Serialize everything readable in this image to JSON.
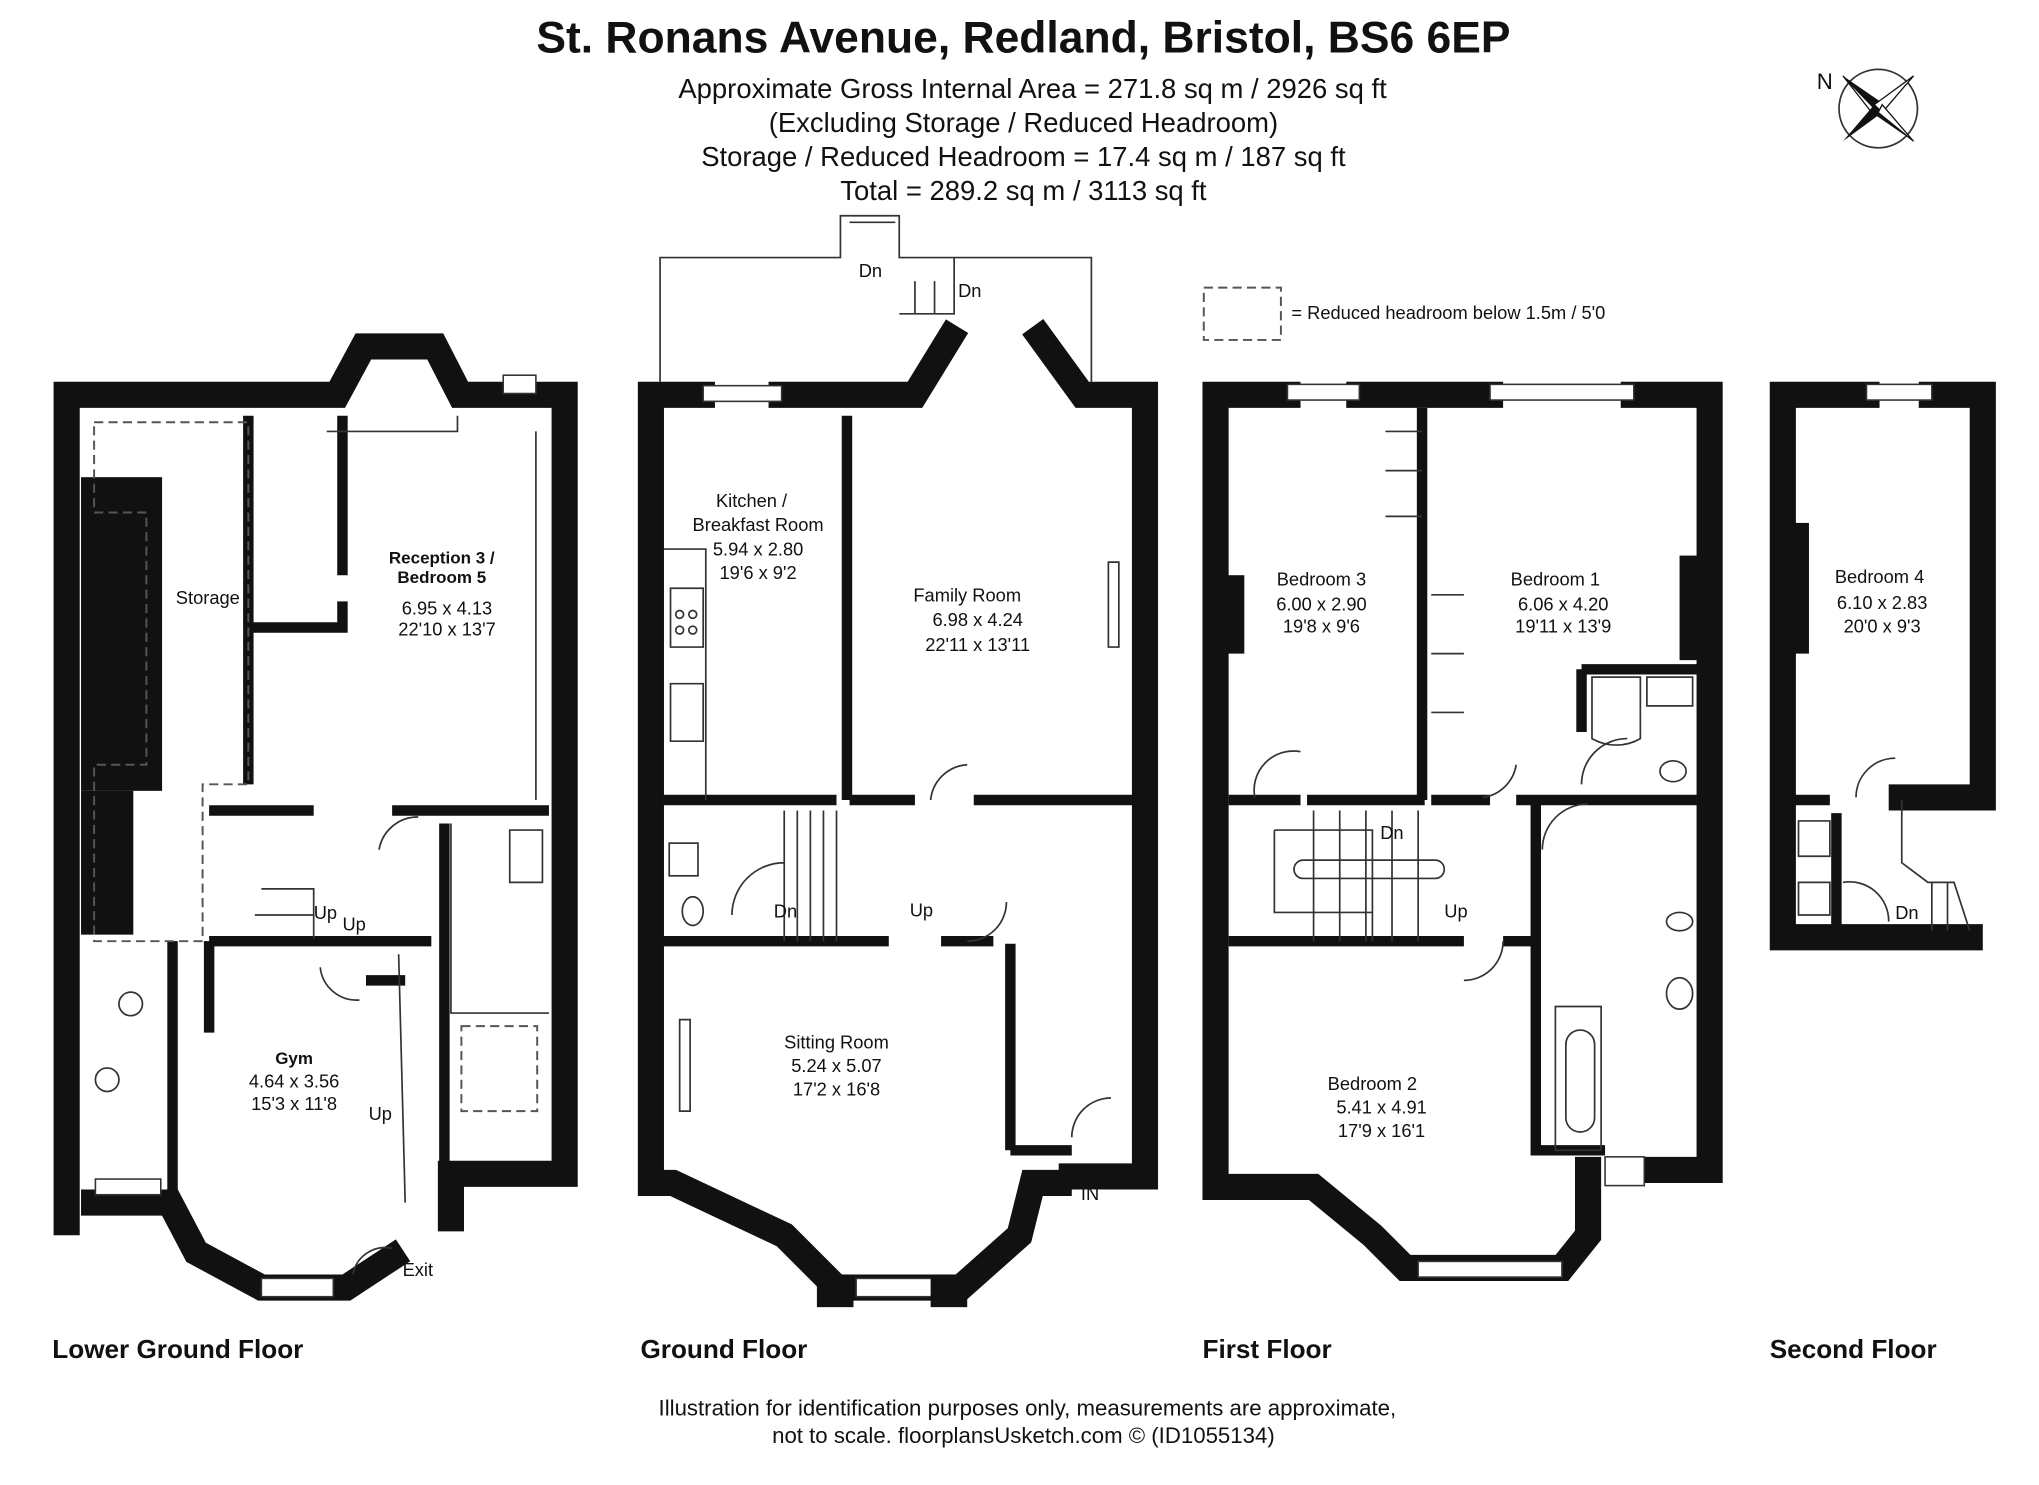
{
  "header": {
    "title": "St. Ronans Avenue, Redland, Bristol, BS6 6EP",
    "area_lines": [
      "Approximate Gross Internal Area = 271.8 sq m / 2926 sq ft",
      "(Excluding Storage / Reduced Headroom)",
      "Storage / Reduced Headroom = 17.4 sq m / 187 sq ft",
      "Total = 289.2 sq m / 3113 sq ft"
    ]
  },
  "compass": {
    "label": "N",
    "icon": "compass-rose-icon"
  },
  "legend": {
    "text": "= Reduced headroom below 1.5m / 5'0"
  },
  "floors": {
    "lower_ground": {
      "label": "Lower Ground Floor",
      "storage": "Storage",
      "reception": {
        "name_1": "Reception 3 /",
        "name_2": "Bedroom 5",
        "metric": "6.95 x 4.13",
        "imperial": "22'10 x 13'7"
      },
      "gym": {
        "name": "Gym",
        "metric": "4.64 x 3.56",
        "imperial": "15'3 x 11'8"
      },
      "stairs": [
        "Up",
        "Up",
        "Up"
      ],
      "exit": "Exit"
    },
    "ground": {
      "label": "Ground Floor",
      "kitchen": {
        "name_1": "Kitchen /",
        "name_2": "Breakfast Room",
        "metric": "5.94 x 2.80",
        "imperial": "19'6 x 9'2"
      },
      "family": {
        "name": "Family Room",
        "metric": "6.98 x 4.24",
        "imperial": "22'11 x 13'11"
      },
      "sitting": {
        "name": "Sitting Room",
        "metric": "5.24 x 5.07",
        "imperial": "17'2 x 16'8"
      },
      "stairs": [
        "Dn",
        "Dn",
        "Dn",
        "Up"
      ],
      "entrance": "IN"
    },
    "first": {
      "label": "First Floor",
      "bedroom3": {
        "name": "Bedroom 3",
        "metric": "6.00 x 2.90",
        "imperial": "19'8 x 9'6"
      },
      "bedroom1": {
        "name": "Bedroom 1",
        "metric": "6.06 x 4.20",
        "imperial": "19'11 x 13'9"
      },
      "bedroom2": {
        "name": "Bedroom 2",
        "metric": "5.41 x 4.91",
        "imperial": "17'9 x 16'1"
      },
      "stairs": [
        "Dn",
        "Up"
      ]
    },
    "second": {
      "label": "Second Floor",
      "bedroom4": {
        "name": "Bedroom 4",
        "metric": "6.10 x 2.83",
        "imperial": "20'0 x 9'3"
      },
      "stairs": [
        "Dn"
      ]
    }
  },
  "footer": {
    "line1": "Illustration for identification purposes only, measurements are approximate,",
    "line2": "not to scale. floorplansUsketch.com © (ID1055134)"
  }
}
